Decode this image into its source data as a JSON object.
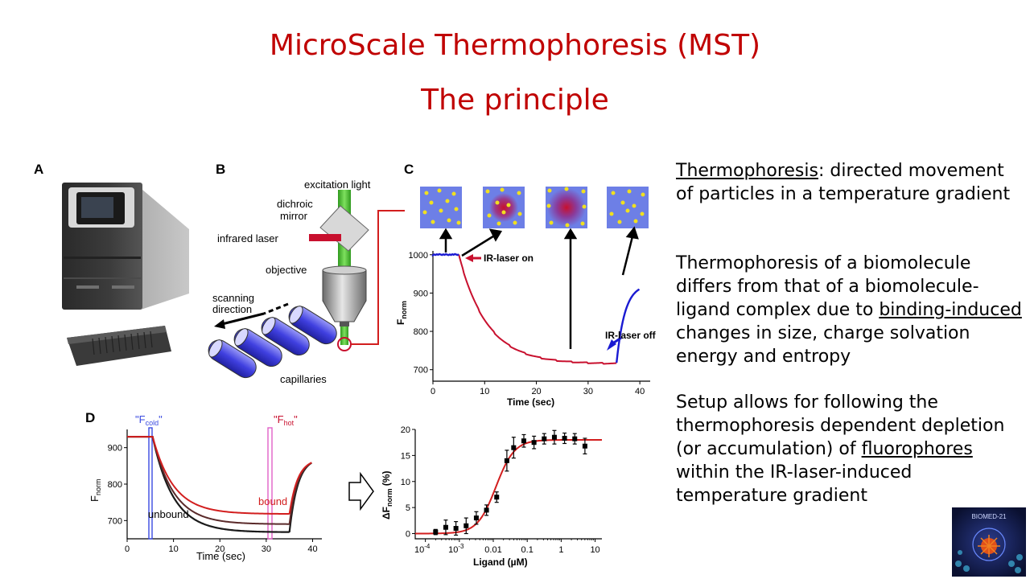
{
  "slide": {
    "title_line1": "MicroScale Thermophoresis (MST)",
    "title_line2": "The principle"
  },
  "panels": {
    "a_letter": "A",
    "b_letter": "B",
    "c_letter": "C",
    "d_letter": "D"
  },
  "panel_b": {
    "excitation_light": "excitation light",
    "dichroic_line1": "dichroic",
    "dichroic_line2": "mirror",
    "infrared_laser": "infrared laser",
    "objective": "objective",
    "scanning_line1": "scanning",
    "scanning_line2": "direction",
    "capillaries": "capillaries"
  },
  "panel_c": {
    "ir_on": "IR-laser on",
    "ir_off": "IR-laser off",
    "ylabel_main": "F",
    "ylabel_sub": "norm",
    "xlabel": "Time (sec)",
    "yticks": [
      "1000",
      "900",
      "800",
      "700"
    ],
    "xticks": [
      "0",
      "10",
      "20",
      "30",
      "40"
    ]
  },
  "panel_d": {
    "fcold_main": "\"F",
    "fcold_sub": "cold",
    "fcold_end": "\"",
    "fhot_main": "\"F",
    "fhot_sub": "hot",
    "fhot_end": "\"",
    "bound": "bound",
    "unbound": "unbound",
    "ylabel_main": "F",
    "ylabel_sub": "norm",
    "xlabel": "Time (sec)",
    "yticks": [
      "900",
      "800",
      "700"
    ],
    "xticks": [
      "0",
      "10",
      "20",
      "30",
      "40"
    ]
  },
  "panel_e": {
    "ylabel": "ΔF",
    "ylabel_sub": "norm",
    "ylabel_unit": " (%)",
    "xlabel": "Ligand (µM)",
    "yticks": [
      "20",
      "15",
      "10",
      "5",
      "0"
    ],
    "xtick_base": "10",
    "xtick_exp1": "-4",
    "xtick_exp2": "-3",
    "xticks_other": [
      "0.01",
      "0.1",
      "1",
      "10"
    ]
  },
  "right_text": {
    "p1_underlined": "Thermophoresis",
    "p1_rest": ": directed movement of particles in a temperature gradient",
    "p2_start": "Thermophoresis of a biomolecule differs from that of a biomolecule-ligand complex due to ",
    "p2_underlined": "binding-induced",
    "p2_end": " changes in size, charge solvation energy and entropy",
    "p3_start": "Setup allows for following the thermophoresis dependent depletion (or accumulation) of ",
    "p3_underlined": "fluorophores",
    "p3_end": " within the IR-laser-induced temperature gradient"
  },
  "logo": {
    "text": "BIOMED-21"
  },
  "colors": {
    "title": "#c00000",
    "bound_curve": "#d21e1e",
    "unbound_curve": "#1a1a1a",
    "laser_on_segment": "#1a1ad2",
    "tile_bg": "#6d7fe6",
    "particle": "#f0e020",
    "capillary": "#4848e8",
    "beam": "#52c832"
  }
}
